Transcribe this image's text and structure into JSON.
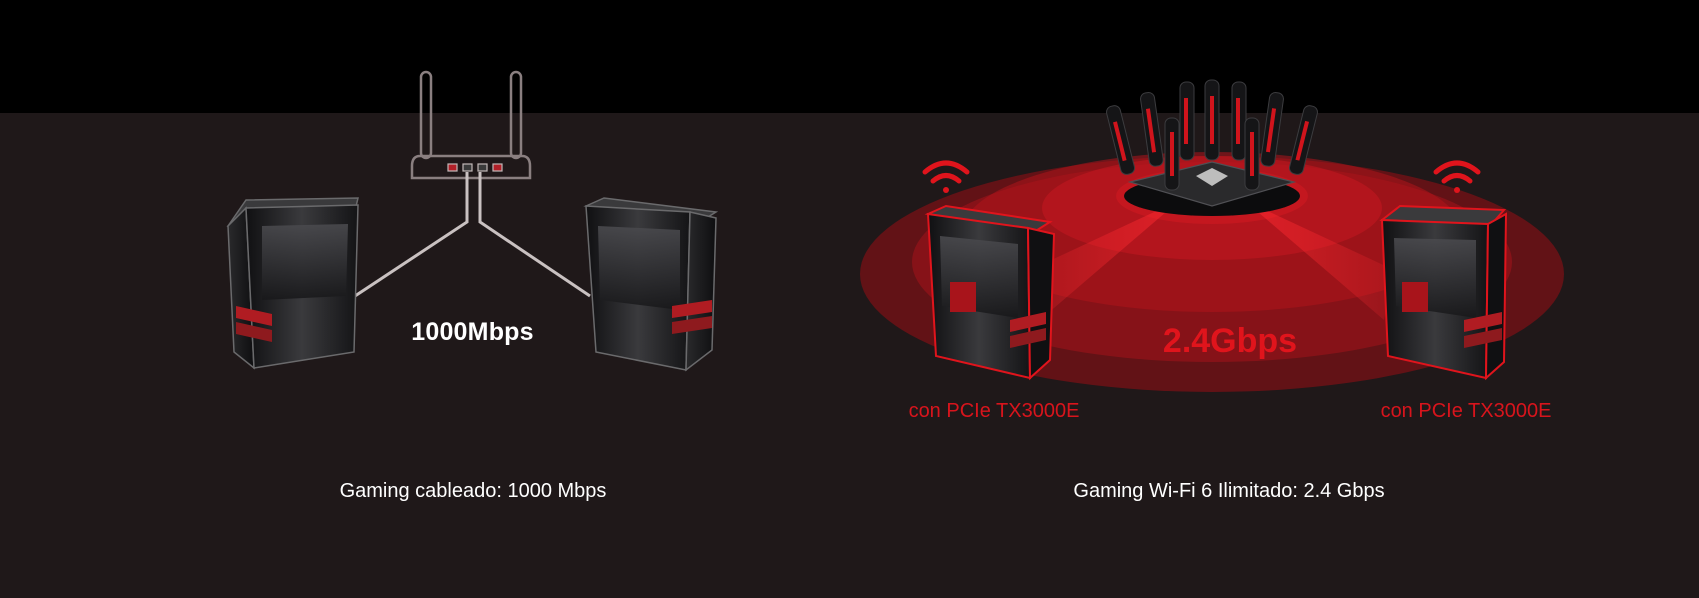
{
  "wired": {
    "speed": "1000Mbps",
    "caption": "Gaming cableado: 1000 Mbps"
  },
  "wifi": {
    "speed": "2.4Gbps",
    "adapter_left": "con PCIe TX3000E",
    "adapter_right": "con PCIe TX3000E",
    "caption": "Gaming Wi-Fi 6 Ilimitado: 2.4 Gbps"
  },
  "colors": {
    "background": "#1f1819",
    "top_band": "#000000",
    "accent_red": "#e0141c",
    "caption_text": "#ffffff"
  },
  "icons": [
    "router-icon",
    "gaming-pc-icon",
    "wifi-icon",
    "gaming-router-icon"
  ]
}
